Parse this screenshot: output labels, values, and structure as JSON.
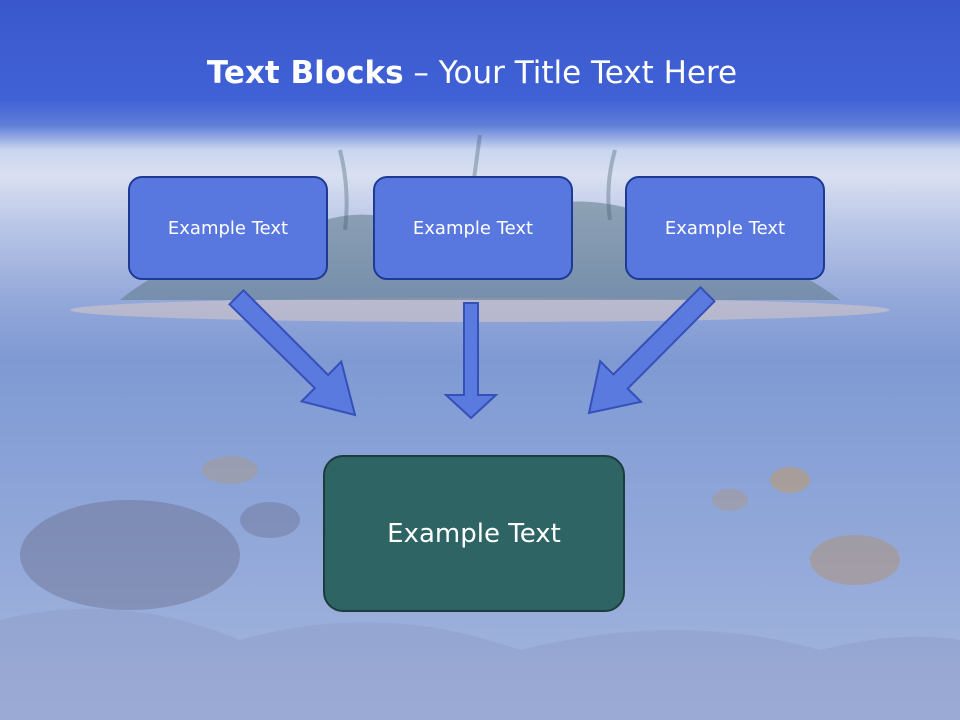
{
  "slide": {
    "title_bold": "Text Blocks",
    "title_dash": " – ",
    "title_rest": "Your Title Text Here"
  },
  "boxes": [
    {
      "label": "Example Text"
    },
    {
      "label": "Example Text"
    },
    {
      "label": "Example Text"
    }
  ],
  "result_box": {
    "label": "Example Text"
  },
  "colors": {
    "box_fill": "#5878e0",
    "box_border": "#1f3a93",
    "result_fill": "#2f6464",
    "arrow_fill": "#5a7ae0",
    "header_blue": "#3a58cc"
  }
}
